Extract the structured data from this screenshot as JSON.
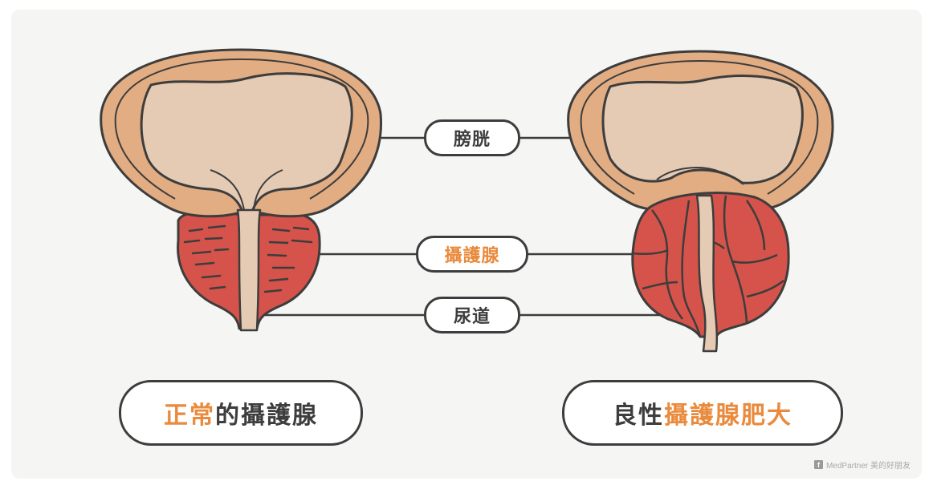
{
  "labels": {
    "bladder": "膀胱",
    "prostate": "攝護腺",
    "urethra": "尿道"
  },
  "captions": {
    "normal_prefix": "正常",
    "normal_suffix": "的攝護腺",
    "bph_prefix": "良性",
    "bph_suffix": "攝護腺肥大"
  },
  "watermark": {
    "icon": "facebook-icon",
    "text": "MedPartner 美的好朋友"
  },
  "colors": {
    "accent": "#e98a3c",
    "outline": "#3d3d3d",
    "bladder_outer": "#e2ad82",
    "bladder_inner": "#e6cbb4",
    "prostate": "#d5534a"
  }
}
